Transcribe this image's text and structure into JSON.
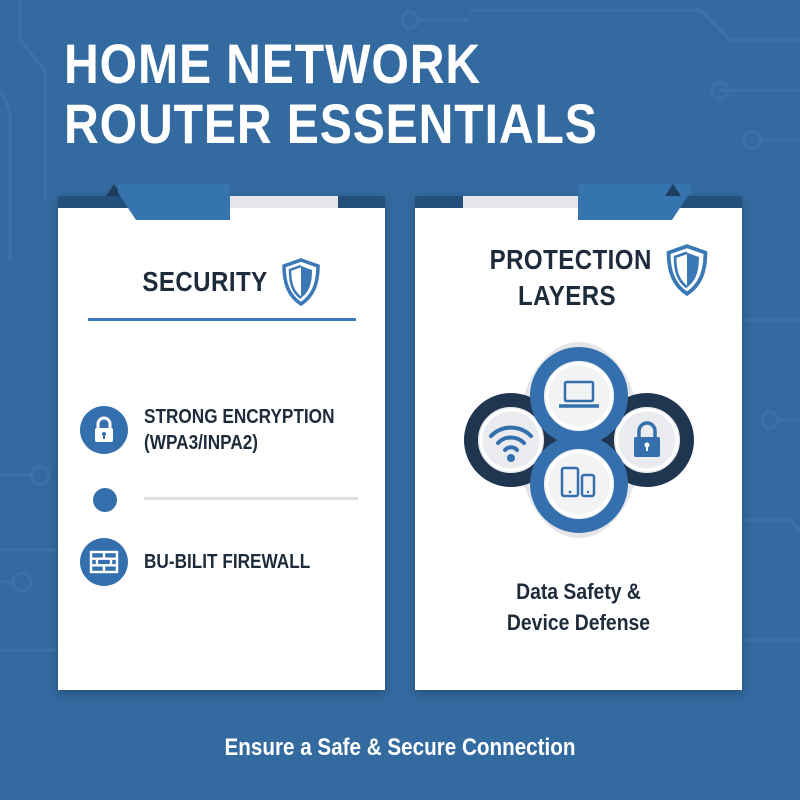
{
  "title": {
    "line1": "HOME NETWORK",
    "line2": "ROUTER ESSENTIALS"
  },
  "security_card": {
    "heading": "SECURITY",
    "heading_icon": "shield-icon",
    "features": [
      {
        "icon": "padlock-icon",
        "line1": "STRONG ENCRYPTION",
        "line2": "(WPA3/INPA2)"
      },
      {
        "icon": "dot-icon",
        "line1": ""
      },
      {
        "icon": "brick-wall-icon",
        "line1": "BU-BILIT FIREWALL"
      }
    ]
  },
  "protection_card": {
    "heading_line1": "PROTECTION",
    "heading_line2": "LAYERS",
    "heading_icon": "shield-icon",
    "layers": [
      {
        "icon": "laptop-icon",
        "position": "top"
      },
      {
        "icon": "wifi-icon",
        "position": "left"
      },
      {
        "icon": "padlock-icon",
        "position": "right"
      },
      {
        "icon": "mobile-devices-icon",
        "position": "bottom"
      }
    ],
    "caption_line1": "Data Safety &",
    "caption_line2": "Device Defense"
  },
  "footer": {
    "tagline": "Ensure a Safe & Secure Connection"
  },
  "colors": {
    "background": "#336aa0",
    "accent_blue": "#3674b0",
    "dark_navy": "#1f3550",
    "text_dark": "#1e2b3a",
    "card": "#ffffff"
  }
}
